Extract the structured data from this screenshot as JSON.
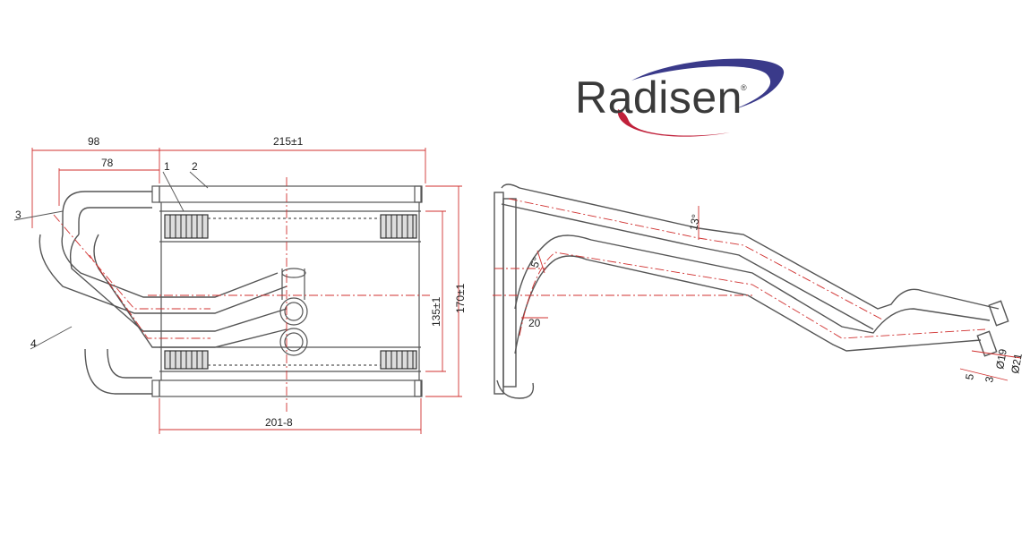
{
  "brand": {
    "name": "Radisen",
    "registered_mark": "®",
    "swoosh_top_color": "#3a3a8a",
    "swoosh_bottom_color": "#c0203a"
  },
  "dimensions": {
    "d98": "98",
    "d78": "78",
    "d215": "215±1",
    "d170": "170±1",
    "d135": "135±1",
    "d201": "201-8",
    "angle13": "13°",
    "angle5": "5°",
    "d20": "20",
    "dia19": "Ø19",
    "dia21": "Ø21",
    "d5": "5",
    "d3": "3"
  },
  "callouts": {
    "c1": "1",
    "c2": "2",
    "c3": "3",
    "c4": "4"
  },
  "colors": {
    "line": "#555555",
    "dimension": "#d0302f",
    "fin": "#333333"
  }
}
